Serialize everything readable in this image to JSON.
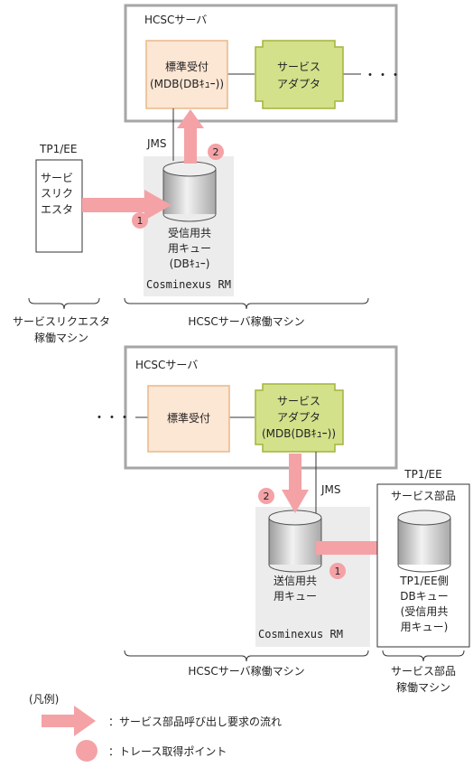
{
  "top": {
    "server_title": "HCSCサーバ",
    "std_receiver_line1": "標準受付",
    "std_receiver_line2": "(MDB(DBｷｭｰ))",
    "adapter_line1": "サービス",
    "adapter_line2": "アダプタ",
    "ellipsis": "・・・",
    "jms": "JMS",
    "tp1_label": "TP1/EE",
    "requester_lines": [
      "サービ",
      "スリク",
      "エスタ"
    ],
    "queue_lines": [
      "受信用共",
      "用キュー",
      "(DBｷｭｰ)"
    ],
    "rm_label": "Cosminexus RM",
    "machine_left_lines": [
      "サービスリクエスタ",
      "稼働マシン"
    ],
    "machine_right": "HCSCサーバ稼働マシン",
    "point_1": "1",
    "point_2": "2"
  },
  "bottom": {
    "server_title": "HCSCサーバ",
    "ellipsis": "・・・",
    "std_receiver": "標準受付",
    "adapter_lines": [
      "サービス",
      "アダプタ",
      "(MDB(DBｷｭｰ))"
    ],
    "jms": "JMS",
    "tp1_label": "TP1/EE",
    "service_part_title": "サービス部品",
    "send_queue_lines": [
      "送信用共",
      "用キュー"
    ],
    "tp1_queue_lines": [
      "TP1/EE側",
      "DBキュー",
      "(受信用共",
      "用キュー)"
    ],
    "rm_label": "Cosminexus RM",
    "machine_left": "HCSCサーバ稼働マシン",
    "machine_right_lines": [
      "サービス部品",
      "稼働マシン"
    ],
    "point_1": "1",
    "point_2": "2"
  },
  "legend": {
    "title": "(凡例)",
    "arrow_text": "：サービス部品呼び出し要求の流れ",
    "circle_text": "：トレース取得ポイント"
  },
  "colors": {
    "arrow": "#f4a2a6",
    "point": "#f4a2a6",
    "server_border": "#a6a6a6",
    "std_fill": "#fce6d4",
    "std_border": "#e8b889",
    "adapter_fill": "#d3e18b",
    "adapter_border": "#a4b43a",
    "rm_fill": "#ececec"
  }
}
